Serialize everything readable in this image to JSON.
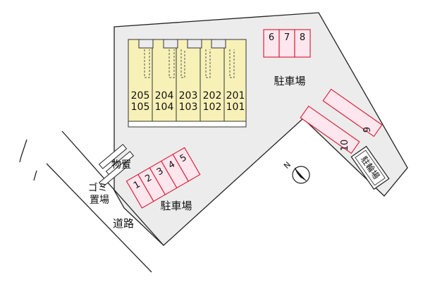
{
  "site_plan": {
    "building_units": {
      "upper": [
        "205",
        "204",
        "203",
        "202",
        "201"
      ],
      "lower": [
        "105",
        "104",
        "103",
        "102",
        "101"
      ]
    },
    "parking_top": [
      "6",
      "7",
      "8"
    ],
    "parking_right": [
      "10",
      "9"
    ],
    "parking_lower": [
      "1",
      "2",
      "3",
      "4",
      "5"
    ],
    "labels": {
      "parking_right_area": "駐車場",
      "parking_lower_area": "駐車場",
      "storage": "物置",
      "garbage": "ゴミ置場",
      "road": "道路",
      "bike_parking": "駐輪場",
      "north": "N"
    },
    "colors": {
      "lot_fill": "#ececec",
      "building_fill": "#f7f1b8",
      "parking_fill": "#fde6ee",
      "parking_stroke": "#d8283f"
    }
  }
}
